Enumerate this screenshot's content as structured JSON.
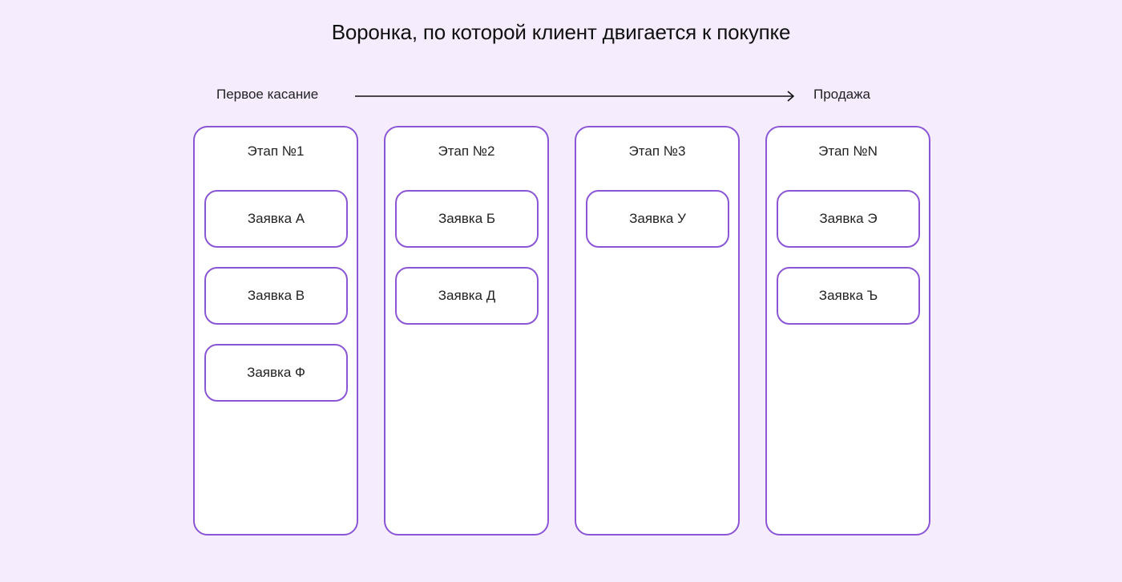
{
  "title": "Воронка, по которой клиент двигается к покупке",
  "flow": {
    "start_label": "Первое касание",
    "end_label": "Продажа",
    "arrow_icon": "arrow-right-icon"
  },
  "colors": {
    "background": "#f5ecfe",
    "accent_border": "#8a56d6",
    "card_fill": "#ffffff",
    "text": "#222222"
  },
  "stages": [
    {
      "title": "Этап №1",
      "cards": [
        "Заявка А",
        "Заявка В",
        "Заявка Ф"
      ]
    },
    {
      "title": "Этап №2",
      "cards": [
        "Заявка Б",
        "Заявка Д"
      ]
    },
    {
      "title": "Этап №3",
      "cards": [
        "Заявка У"
      ]
    },
    {
      "title": "Этап №N",
      "cards": [
        "Заявка Э",
        "Заявка Ъ"
      ]
    }
  ]
}
